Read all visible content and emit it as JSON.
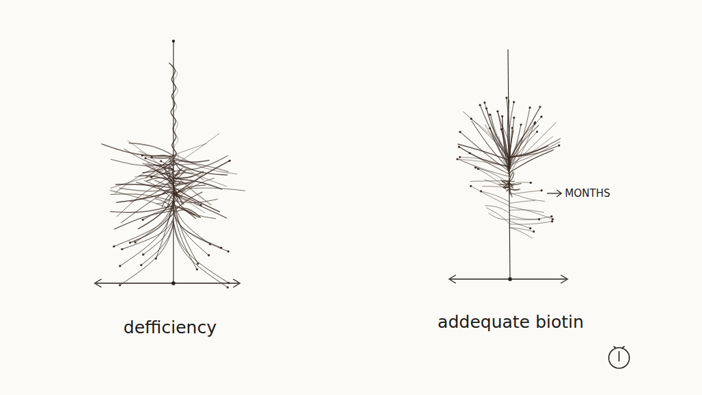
{
  "diagram": {
    "labels": [
      "defficiency",
      "addequate biotin",
      "MONTHS"
    ]
  }
}
